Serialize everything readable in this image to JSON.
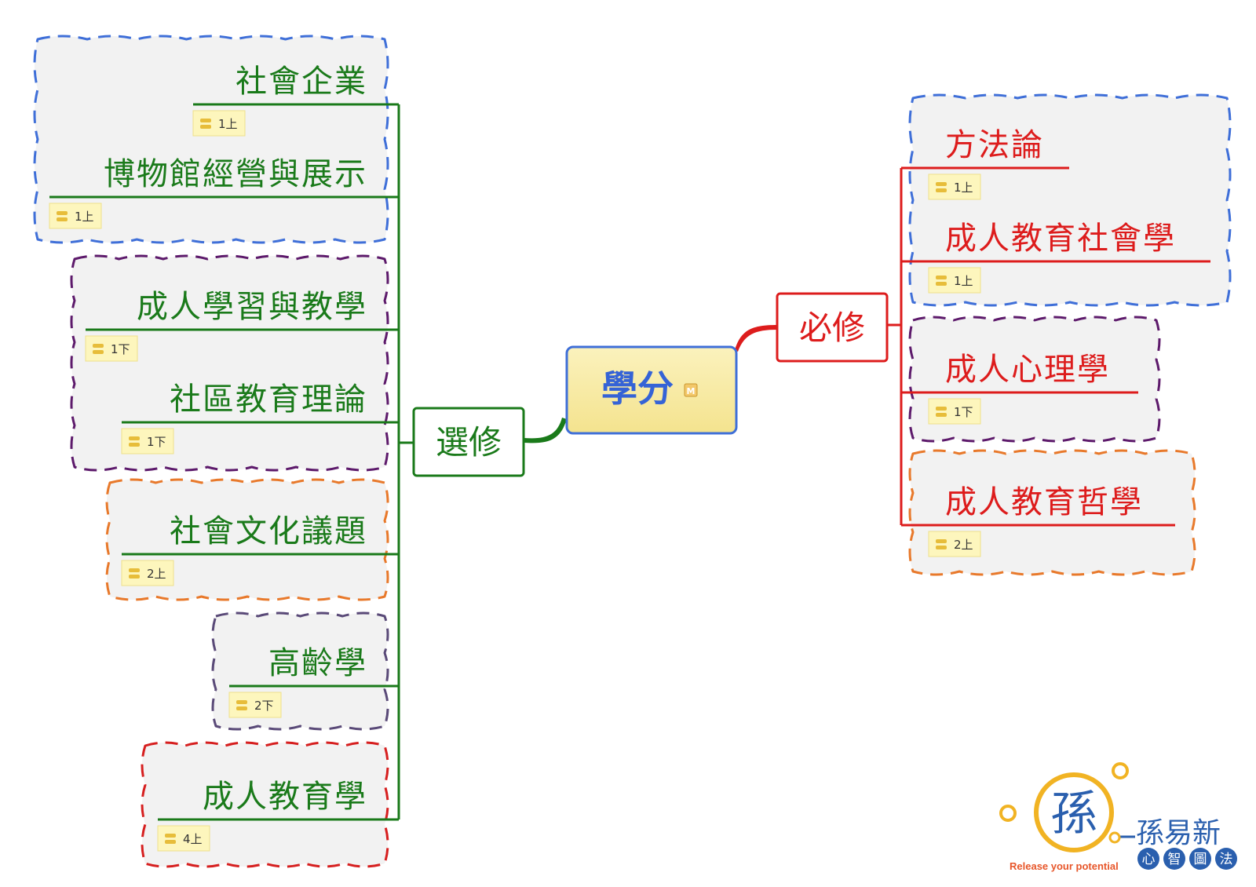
{
  "central": {
    "label": "學分",
    "marker": "M"
  },
  "colors": {
    "elective": "#1a7a1a",
    "required": "#dd1c1c",
    "central_border": "#3f6fd8",
    "central_fill": "#f8eba2",
    "central_text": "#3563d6",
    "cloud_fill": "#f2f2f2",
    "tag_fill": "#fdf6bd",
    "tag_border": "#efe08c",
    "tag_icon": "#e7bd3a",
    "logo_ring": "#f1b323",
    "logo_blue": "#2a5fae",
    "logo_orange": "#e7562a"
  },
  "branches": {
    "required": {
      "label": "必修",
      "items": [
        {
          "label": "方法論",
          "tag": "1上"
        },
        {
          "label": "成人教育社會學",
          "tag": "1上"
        },
        {
          "label": "成人心理學",
          "tag": "1下"
        },
        {
          "label": "成人教育哲學",
          "tag": "2上"
        }
      ]
    },
    "elective": {
      "label": "選修",
      "items": [
        {
          "label": "社會企業",
          "tag": "1上"
        },
        {
          "label": "博物館經營與展示",
          "tag": "1上"
        },
        {
          "label": "成人學習與教學",
          "tag": "1下"
        },
        {
          "label": "社區教育理論",
          "tag": "1下"
        },
        {
          "label": "社會文化議題",
          "tag": "2上"
        },
        {
          "label": "高齡學",
          "tag": "2下"
        },
        {
          "label": "成人教育學",
          "tag": "4上"
        }
      ]
    }
  },
  "boundaries": [
    {
      "color": "#3f6fd8"
    },
    {
      "color": "#5d1a6b"
    },
    {
      "color": "#e8792b"
    },
    {
      "color": "#5a4a78"
    },
    {
      "color": "#d61f1f"
    },
    {
      "color": "#3f6fd8"
    },
    {
      "color": "#5d1a6b"
    },
    {
      "color": "#e8792b"
    }
  ],
  "logo": {
    "name": "孫易新",
    "sub": [
      "心",
      "智",
      "圖",
      "法"
    ],
    "slogan": "Release your potential",
    "mark": "孫"
  }
}
